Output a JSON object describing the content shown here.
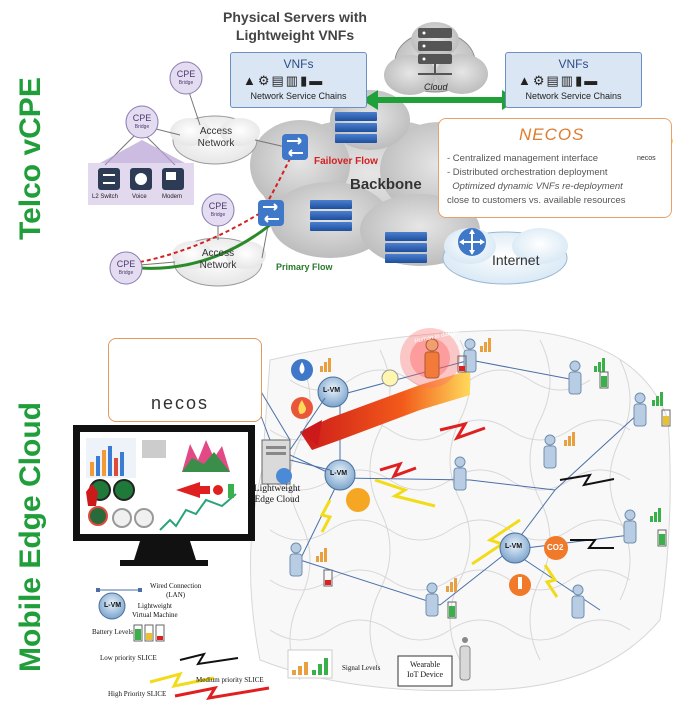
{
  "sections": {
    "top_title": "Telco vCPE",
    "bottom_title": "Mobile Edge Cloud"
  },
  "top": {
    "servers_heading_line1": "Physical Servers with",
    "servers_heading_line2": "Lightweight VNFs",
    "vnf_left_title": "VNFs",
    "vnf_left_caption": "Network Service Chains",
    "vnf_right_title": "VNFs",
    "vnf_right_caption": "Network Service Chains",
    "cloud_label": "Cloud",
    "cpe_label": "CPE",
    "cpe_sub": "Bridge",
    "access_network_1": "Access\nNetwork",
    "access_network_2": "Access\nNetwork",
    "failover_flow": "Failover Flow",
    "primary_flow": "Primary Flow",
    "backbone": "Backbone",
    "internet": "Internet",
    "devices": [
      "L2 Switch",
      "Voice",
      "Modem"
    ],
    "necos_title": "NECOS",
    "necos_logo_text": "necos",
    "necos_bullets": [
      "- Centralized management interface",
      "- Distributed orchestration deployment",
      "  Optimized dynamic VNFs re-deployment",
      "close to customers vs. available resources"
    ]
  },
  "bottom": {
    "necos_logo_text": "necos",
    "lightweight_edge_cloud": "Lightweight\nEdge Cloud",
    "lvm_label": "L-VM",
    "human_in_danger": "Human in danger",
    "co2": "CO2",
    "legend": {
      "wired": "Wired Connection\n(LAN)",
      "lvm": "L-VM",
      "lvm_desc": "Lightweight\nVirtual Machine",
      "battery": "Battery Levels",
      "low": "Low priority SLICE",
      "medium": "Medium priority SLICE",
      "high": "High Priority SLICE",
      "signal": "Signal Levels",
      "wearable": "Wearable\nIoT Device"
    }
  },
  "colors": {
    "title_green": "#1f9e3a",
    "vnf_blue": "#dbe6f4",
    "necos_orange": "#e07b2c",
    "failover_red": "#d42020",
    "primary_green": "#2a8a2a",
    "slice_low": "#111111",
    "slice_medium": "#f2dc1a",
    "slice_high": "#e02020"
  }
}
